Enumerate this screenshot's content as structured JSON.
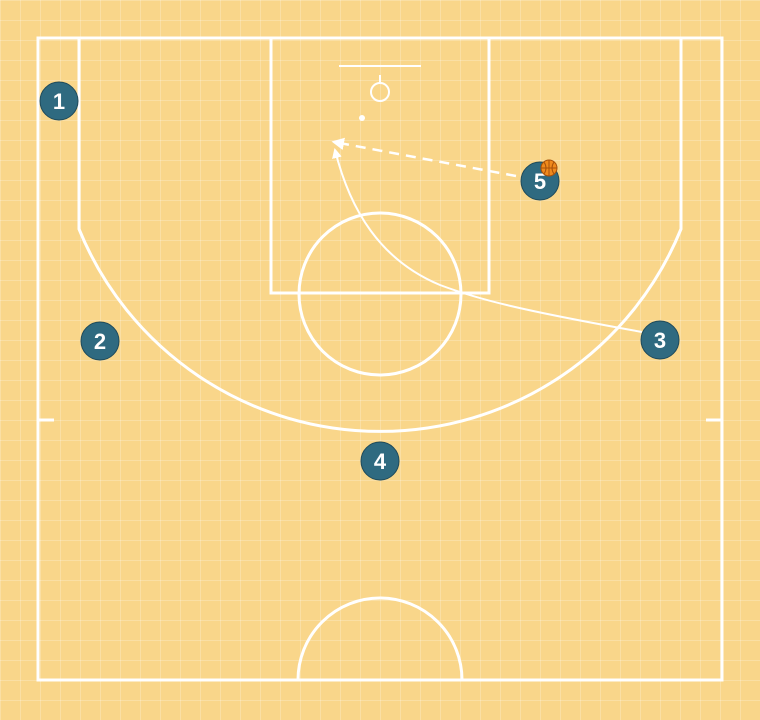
{
  "diagram": {
    "type": "basketball-half-court-play",
    "colors": {
      "court": "#f9d68a",
      "lines": "#ffffff",
      "player": "#2f6a80",
      "ball": "#f08a1c"
    },
    "players": [
      {
        "id": "p1",
        "label": "1"
      },
      {
        "id": "p2",
        "label": "2"
      },
      {
        "id": "p3",
        "label": "3"
      },
      {
        "id": "p4",
        "label": "4"
      },
      {
        "id": "p5",
        "label": "5",
        "has_ball": true
      }
    ],
    "actions": [
      {
        "type": "cut",
        "from": "3",
        "style": "solid-arrow"
      },
      {
        "type": "pass",
        "from": "5",
        "style": "dashed-arrow"
      }
    ],
    "icons": [
      "basketball-icon",
      "basket-icon"
    ]
  }
}
